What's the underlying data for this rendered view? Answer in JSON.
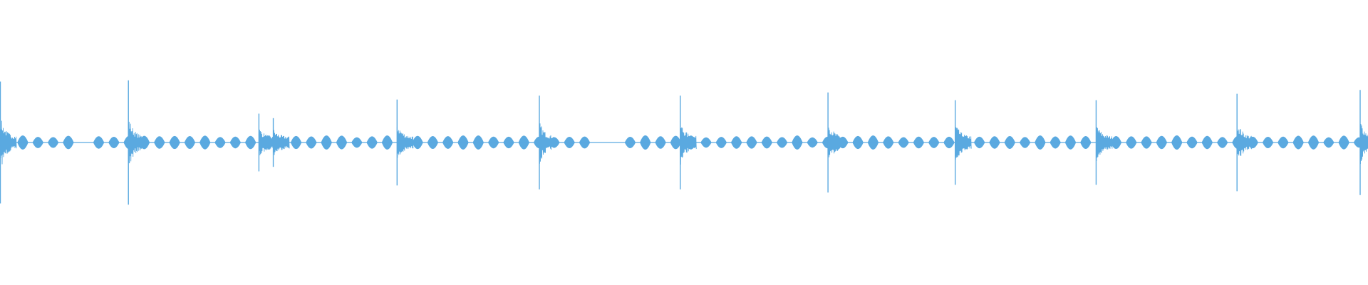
{
  "waveform": {
    "color": "#5aa9e0",
    "background": "#ffffff",
    "baseline_amplitude": 0.1,
    "pulse_period": 0.0111,
    "transients": [
      {
        "at": 0.0,
        "peak": 0.95
      },
      {
        "at": 0.0936,
        "peak": 0.97
      },
      {
        "at": 0.189,
        "peak": 0.45
      },
      {
        "at": 0.1995,
        "peak": 0.38
      },
      {
        "at": 0.29,
        "peak": 0.67
      },
      {
        "at": 0.394,
        "peak": 0.73
      },
      {
        "at": 0.497,
        "peak": 0.73
      },
      {
        "at": 0.605,
        "peak": 0.78
      },
      {
        "at": 0.698,
        "peak": 0.66
      },
      {
        "at": 0.801,
        "peak": 0.66
      },
      {
        "at": 0.904,
        "peak": 0.76
      },
      {
        "at": 0.994,
        "peak": 0.82
      }
    ],
    "gaps": [
      {
        "from": 0.055,
        "to": 0.063
      },
      {
        "from": 0.283,
        "to": 0.29
      },
      {
        "from": 0.429,
        "to": 0.445
      },
      {
        "from": 0.602,
        "to": 0.606
      },
      {
        "from": 0.79,
        "to": 0.8
      }
    ]
  }
}
